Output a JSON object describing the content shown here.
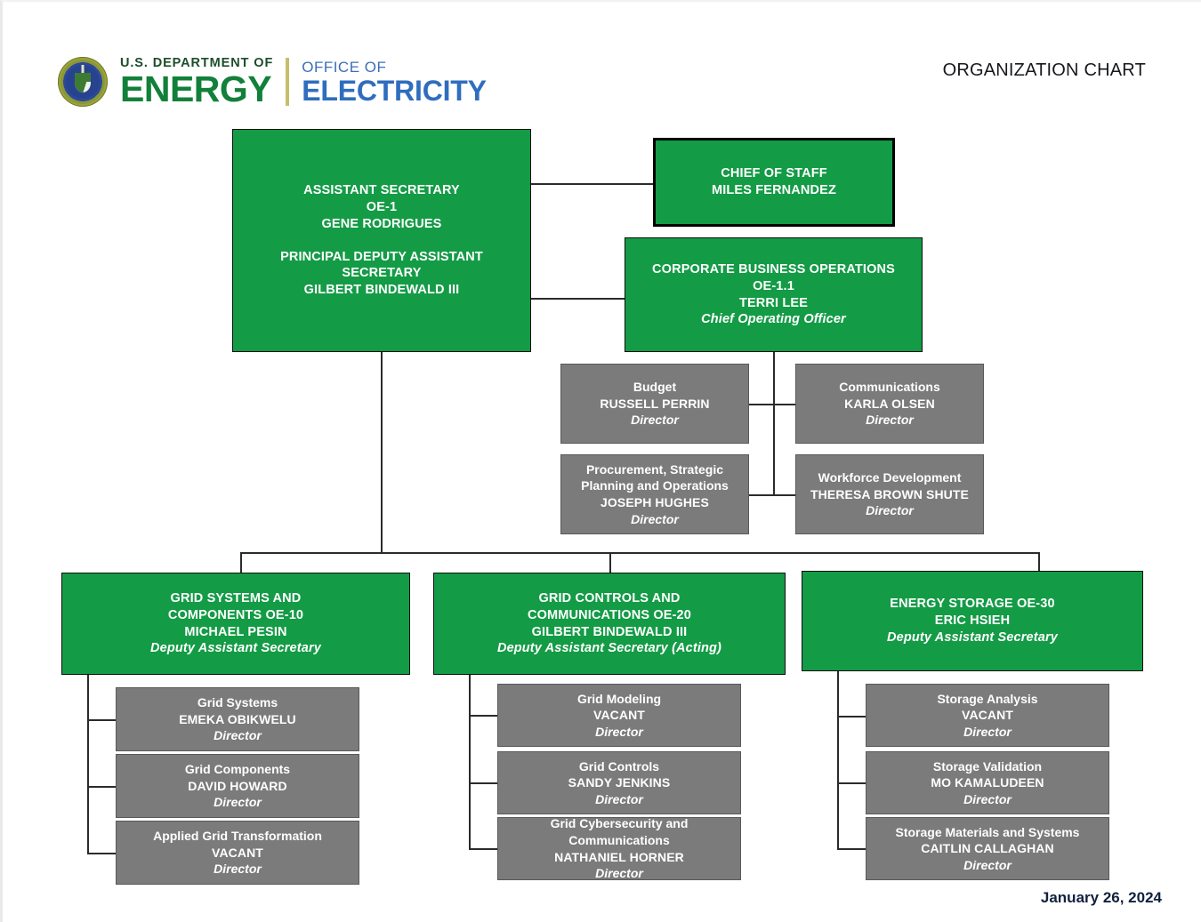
{
  "header": {
    "seal_alt": "us-department-of-energy-seal",
    "department_line1": "U.S. DEPARTMENT OF",
    "department_line2": "ENERGY",
    "office_line1": "OFFICE OF",
    "office_line2": "ELECTRICITY",
    "chart_title": "ORGANIZATION CHART"
  },
  "footer": {
    "date": "January 26, 2024"
  },
  "colors": {
    "green": "#149B46",
    "gray": "#7B7B7B",
    "border": "#000000",
    "doe_green": "#12803A",
    "oe_blue": "#2F6DBE",
    "gold_rule": "#C8BD6A",
    "text_light": "#FFFFFF",
    "title_text": "#16181C",
    "date_text": "#11213F"
  },
  "boxes": {
    "assistant_secretary": {
      "line1": "ASSISTANT SECRETARY",
      "line2": "OE-1",
      "line3": "GENE RODRIGUES",
      "line4": "PRINCIPAL DEPUTY ASSISTANT",
      "line5": "SECRETARY",
      "line6": "GILBERT BINDEWALD III"
    },
    "chief_of_staff": {
      "title": "CHIEF OF STAFF",
      "name": "MILES FERNANDEZ"
    },
    "corporate_business_operations": {
      "title": "CORPORATE BUSINESS OPERATIONS",
      "code": "OE-1.1",
      "name": "TERRI LEE",
      "role": "Chief Operating Officer"
    }
  },
  "cbo_units": [
    {
      "title": "Budget",
      "name": "RUSSELL PERRIN",
      "role": "Director"
    },
    {
      "title": "Communications",
      "name": "KARLA OLSEN",
      "role": "Director"
    },
    {
      "title": "Procurement, Strategic",
      "title2": "Planning and Operations",
      "name": "JOSEPH HUGHES",
      "role": "Director"
    },
    {
      "title": "Workforce Development",
      "name": "THERESA BROWN SHUTE",
      "role": "Director"
    }
  ],
  "divisions": [
    {
      "head": {
        "line1": "GRID SYSTEMS AND",
        "line2": "COMPONENTS OE-10",
        "name": "MICHAEL PESIN",
        "role": "Deputy Assistant Secretary"
      },
      "units": [
        {
          "title": "Grid Systems",
          "name": "EMEKA OBIKWELU",
          "role": "Director"
        },
        {
          "title": "Grid Components",
          "name": "DAVID HOWARD",
          "role": "Director"
        },
        {
          "title": "Applied Grid Transformation",
          "name": "VACANT",
          "role": "Director"
        }
      ]
    },
    {
      "head": {
        "line1": "GRID CONTROLS AND",
        "line2": "COMMUNICATIONS OE-20",
        "name": "GILBERT BINDEWALD III",
        "role": "Deputy Assistant Secretary (Acting)"
      },
      "units": [
        {
          "title": "Grid Modeling",
          "name": "VACANT",
          "role": "Director"
        },
        {
          "title": "Grid Controls",
          "name": "SANDY JENKINS",
          "role": "Director"
        },
        {
          "title": "Grid Cybersecurity and Communications",
          "name": "NATHANIEL HORNER",
          "role": "Director"
        }
      ]
    },
    {
      "head": {
        "line1": "ENERGY STORAGE OE-30",
        "line2": "",
        "name": "ERIC HSIEH",
        "role": "Deputy Assistant Secretary"
      },
      "units": [
        {
          "title": "Storage Analysis",
          "name": "VACANT",
          "role": "Director"
        },
        {
          "title": "Storage Validation",
          "name": "MO KAMALUDEEN",
          "role": "Director"
        },
        {
          "title": "Storage Materials and Systems",
          "name": "CAITLIN CALLAGHAN",
          "role": "Director"
        }
      ]
    }
  ]
}
